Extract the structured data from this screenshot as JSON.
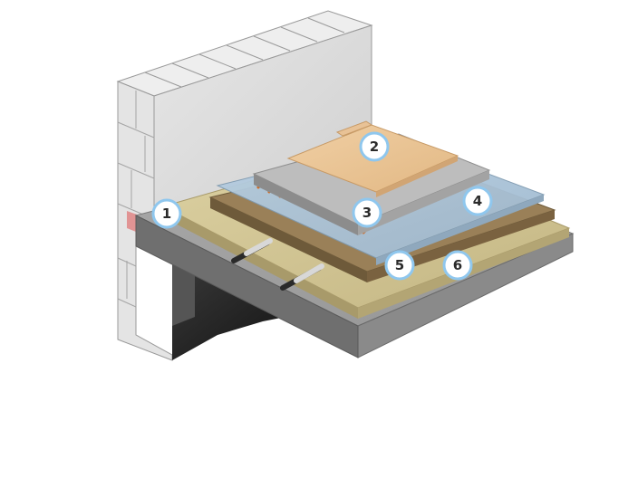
{
  "diagram": {
    "callouts": [
      {
        "id": "1",
        "label": "1"
      },
      {
        "id": "2",
        "label": "2"
      },
      {
        "id": "3",
        "label": "3"
      },
      {
        "id": "4",
        "label": "4"
      },
      {
        "id": "5",
        "label": "5"
      },
      {
        "id": "6",
        "label": "6"
      }
    ],
    "colors": {
      "callout_fill": "#ffffff",
      "callout_ring": "#8fc7ee",
      "wood_floor": "#e8c296",
      "screed": "#bcbcbc",
      "membrane": "#a9c3d9",
      "heating_pipe": "#d2691e",
      "insulation": "#cfc290",
      "timber_strip": "#8a7250",
      "slab": "#8a8a8a",
      "wall_block": "#d9d9d9"
    }
  }
}
